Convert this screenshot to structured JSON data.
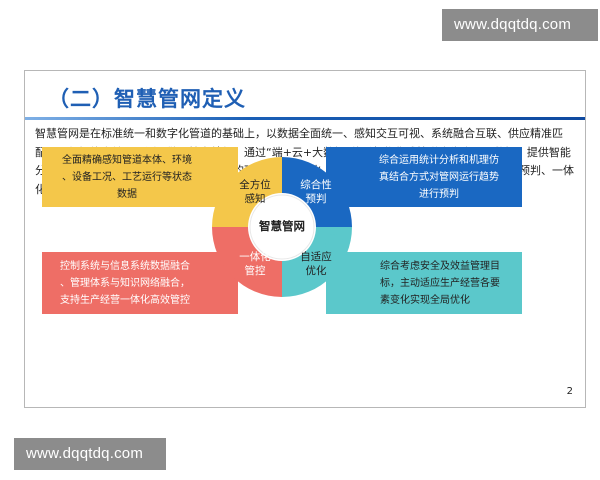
{
  "watermark": {
    "top": "www.dqqtdq.com",
    "bottom": "www.dqqtdq.com"
  },
  "slide": {
    "title": "（二）智慧管网定义",
    "description": "智慧管网是在标准统一和数字化管道的基础上，以数据全面统一、感知交互可视、系统融合互联、供应精准匹配、运行智能高效、预测预警可控为特征，通过“端+云+大数据”体系架构集成管道全生命周期数据，提供智能分析和决策支持，用信息化手段实现管道的可视化、网络化、智能化管理，具有全方位感知、综合性预判、一体化管控、自适应优化的能力。",
    "center": "智慧管网",
    "quadrants": {
      "tl": {
        "label": [
          "全方位",
          "感知"
        ],
        "text": [
          "全面精确感知管道本体、环境",
          "、设备工况、工艺运行等状态",
          "数据"
        ],
        "color": "#f4c74a"
      },
      "tr": {
        "label": [
          "综合性",
          "预判"
        ],
        "text": [
          "综合运用统计分析和机理仿",
          "真结合方式对管网运行趋势",
          "进行预判"
        ],
        "color": "#1a68c2"
      },
      "bl": {
        "label": [
          "一体化",
          "管控"
        ],
        "text": [
          "控制系统与信息系统数据融合",
          "、管理体系与知识网络融合，",
          "支持生产经营一体化高效管控"
        ],
        "color": "#ee6e66"
      },
      "br": {
        "label": [
          "自适应",
          "优化"
        ],
        "text": [
          "综合考虑安全及效益管理目",
          "标，主动适应生产经营各要",
          "素变化实现全局优化"
        ],
        "color": "#5bc8cb"
      }
    },
    "page_number": "2"
  }
}
